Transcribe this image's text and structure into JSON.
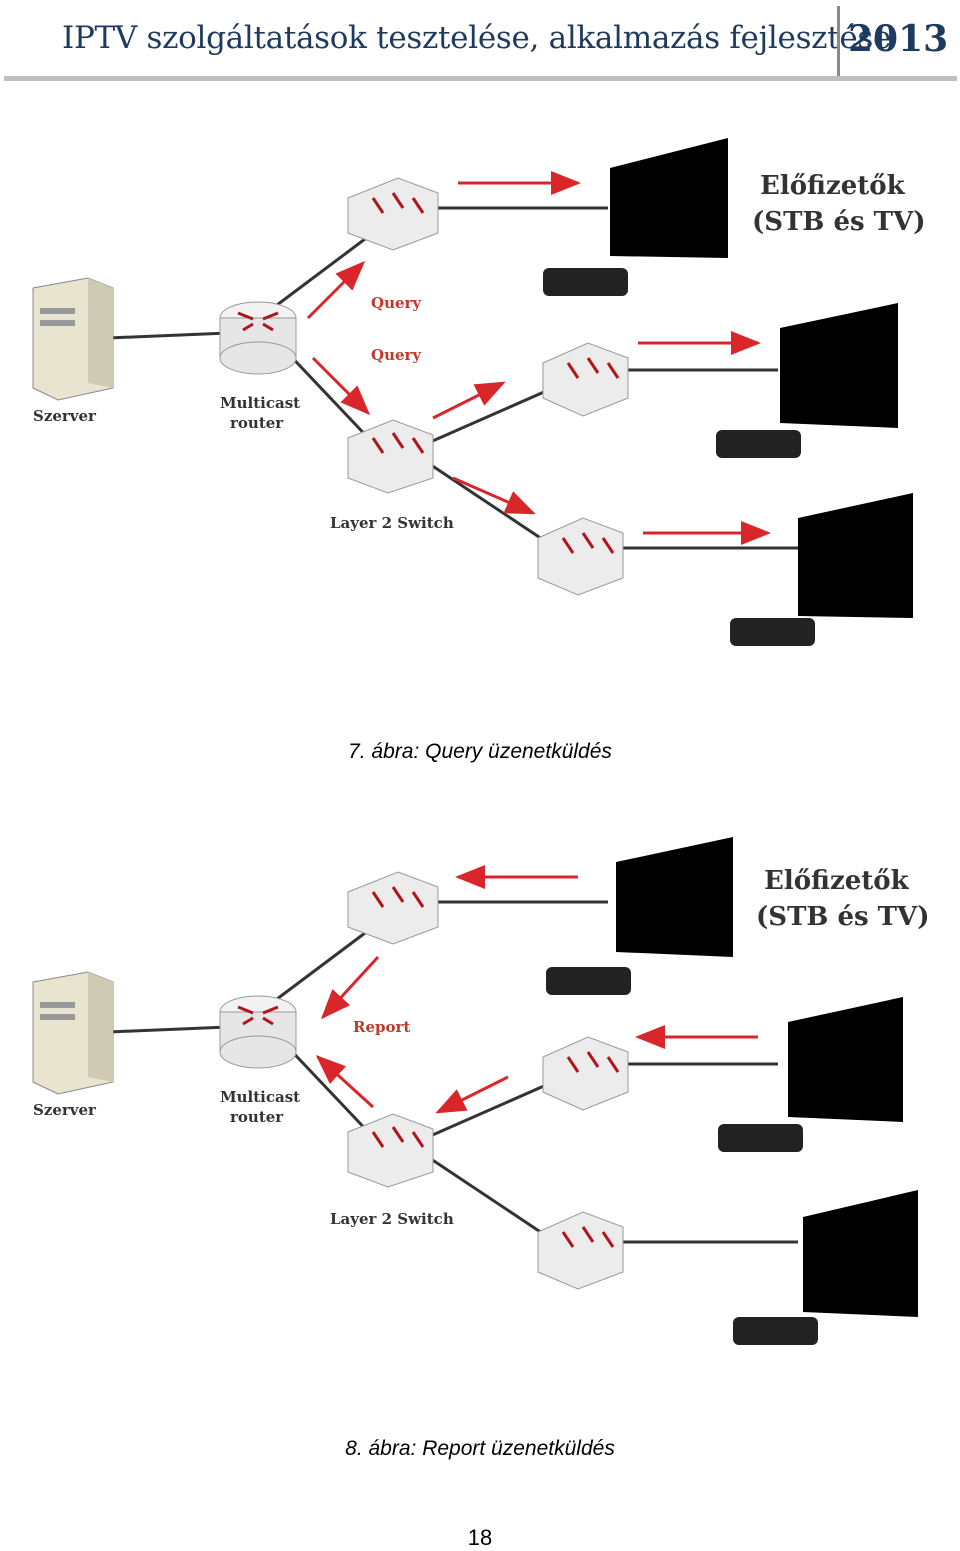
{
  "header": {
    "title": "IPTV szolgáltatások tesztelése, alkalmazás fejlesztése",
    "year": "2013"
  },
  "figures": [
    {
      "caption": "7. ábra: Query üzenetküldés",
      "labels": {
        "server": "Szerver",
        "router_line1": "Multicast",
        "router_line2": "router",
        "switch": "Layer 2 Switch",
        "subscribers_line1": "Előfizetők",
        "subscribers_line2": "(STB és TV)",
        "msg1": "Query",
        "msg2": "Query"
      }
    },
    {
      "caption": "8. ábra: Report üzenetküldés",
      "labels": {
        "server": "Szerver",
        "router_line1": "Multicast",
        "router_line2": "router",
        "switch": "Layer 2 Switch",
        "subscribers_line1": "Előfizetők",
        "subscribers_line2": "(STB és TV)",
        "msg1": "Report"
      }
    }
  ],
  "page_number": "18",
  "colors": {
    "accent": "#1f3a5f",
    "arrow": "#d9262b"
  }
}
